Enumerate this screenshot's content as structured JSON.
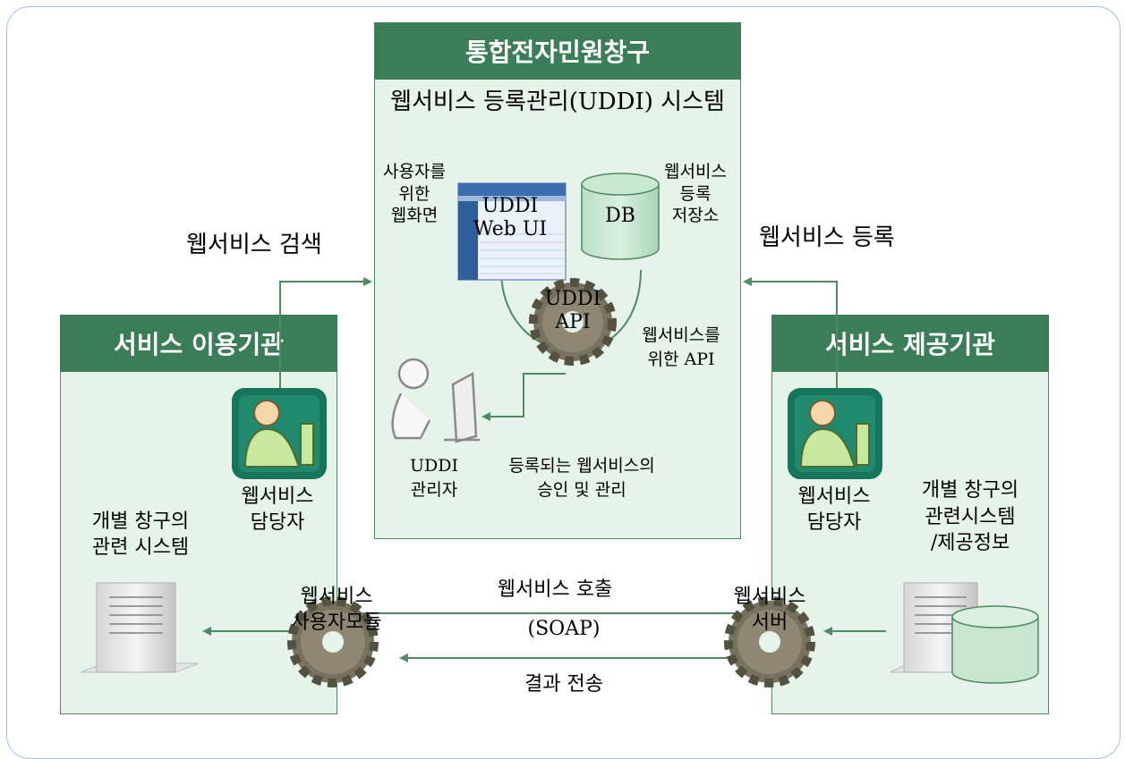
{
  "center": {
    "title": "통합전자민원창구",
    "subtitle": "웹서비스 등록관리(UDDI) 시스템",
    "webui_caption": "사용자를\n위한\n웹화면",
    "webui_label": "UDDI\nWeb UI",
    "db_label": "DB",
    "db_caption": "웹서비스\n등록\n저장소",
    "api_label": "UDDI\nAPI",
    "api_caption": "웹서비스를\n위한 API",
    "admin_label": "UDDI\n관리자",
    "admin_caption": "등록되는 웹서비스의\n승인 및 관리"
  },
  "left": {
    "title": "서비스 이용기관",
    "person_label": "웹서비스\n담당자",
    "system_label": "개별 창구의\n관련 시스템",
    "module_label": "웹서비스\n사용자모듈"
  },
  "right": {
    "title": "서비스 제공기관",
    "person_label": "웹서비스\n담당자",
    "system_label": "개별 창구의\n관련시스템\n/제공정보",
    "server_label": "웹서비스\n서버"
  },
  "arrows": {
    "search": "웹서비스 검색",
    "register": "웹서비스 등록",
    "call": "웹서비스 호출",
    "protocol": "(SOAP)",
    "result": "결과 전송"
  },
  "colors": {
    "header": "#3b7d57",
    "panel": "#e6f3ea",
    "line": "#4f8a62",
    "frame": "#9fc0e4"
  }
}
